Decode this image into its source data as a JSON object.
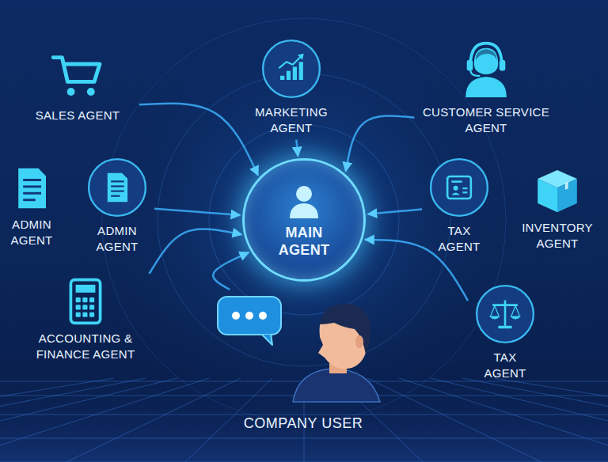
{
  "diagram": {
    "nodes": [
      {
        "text": [
          "SALES AGENT"
        ]
      },
      {
        "text": [
          "MARKETING AGENT"
        ]
      },
      {
        "text": [
          "CUSTOMER SERVICE AGENT"
        ]
      },
      {
        "text": [
          "ADMIN AGENT"
        ]
      },
      {
        "text": [
          "ADMIN AGENT"
        ]
      },
      {
        "text": [
          "MAIN AGENT"
        ]
      },
      {
        "text": [
          "TAX AGENT"
        ]
      },
      {
        "text": [
          "INVENTORY AGENT"
        ]
      },
      {
        "text": [
          "ACCOUNTING & FINANCE AGENT"
        ]
      },
      {
        "text": [
          "TAX AGENT"
        ]
      },
      {
        "text": [
          "COMPANY USER"
        ]
      }
    ],
    "edges": [
      {
        "from": 0,
        "to": 5,
        "arrow": "to"
      },
      {
        "from": 1,
        "to": 5,
        "arrow": "to"
      },
      {
        "from": 2,
        "to": 5,
        "arrow": "to"
      },
      {
        "from": 4,
        "to": 5,
        "arrow": "to"
      },
      {
        "from": 6,
        "to": 5,
        "arrow": "to"
      },
      {
        "from": 8,
        "to": 5,
        "arrow": "to"
      },
      {
        "from": 9,
        "to": 5,
        "arrow": "to"
      },
      {
        "from": 10,
        "to": 5,
        "arrow": "to"
      }
    ]
  }
}
